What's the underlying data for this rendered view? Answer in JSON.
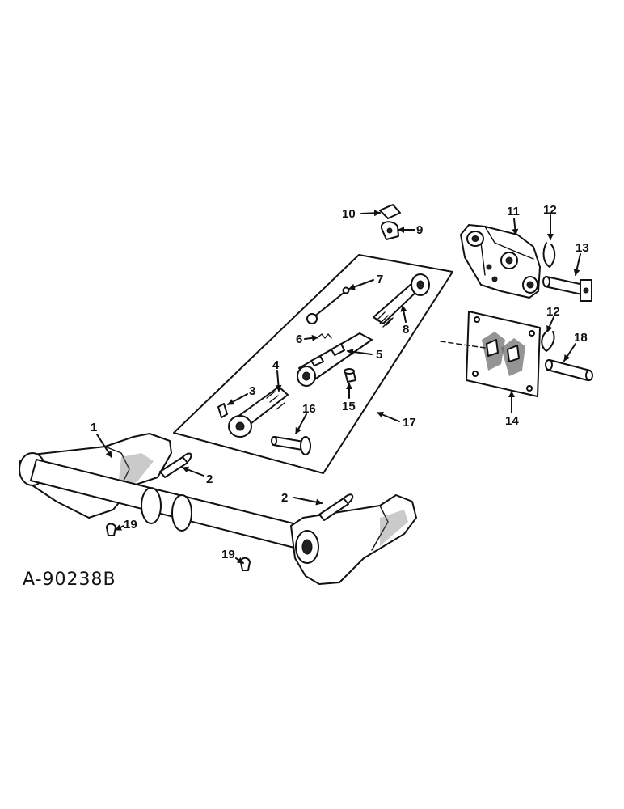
{
  "reference_code": "A-90238B",
  "callouts": {
    "c1": "1",
    "c2a": "2",
    "c2b": "2",
    "c3": "3",
    "c4": "4",
    "c5": "5",
    "c6": "6",
    "c7": "7",
    "c8": "8",
    "c9": "9",
    "c10": "10",
    "c11": "11",
    "c12a": "12",
    "c12b": "12",
    "c13": "13",
    "c14": "14",
    "c15": "15",
    "c16": "16",
    "c17": "17",
    "c18": "18",
    "c19a": "19",
    "c19b": "19"
  },
  "colors": {
    "ink": "#111111",
    "paper": "#ffffff"
  }
}
